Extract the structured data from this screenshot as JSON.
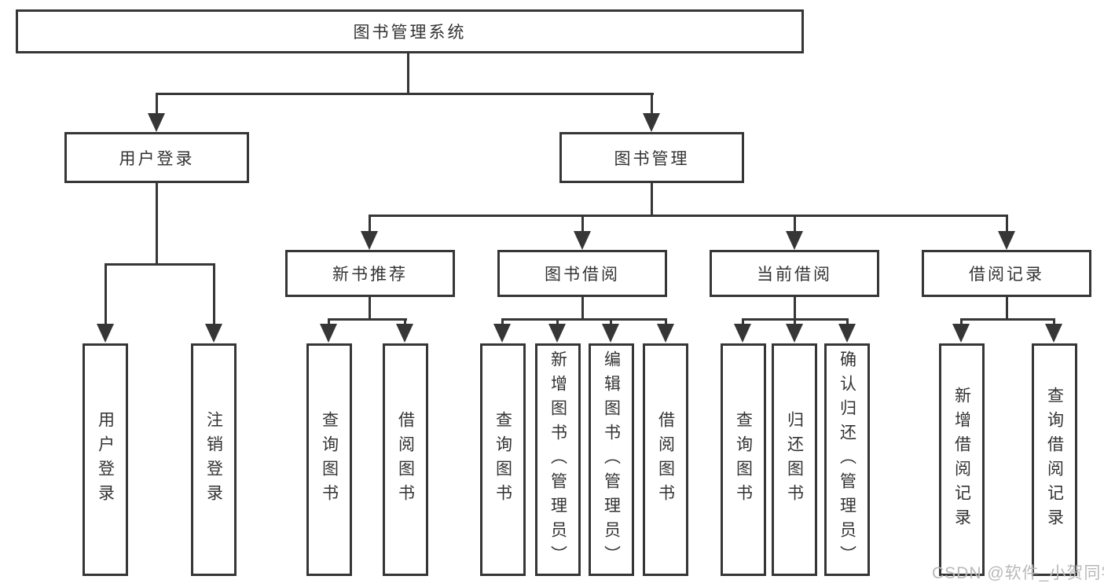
{
  "nodes": {
    "root": "图书管理系统",
    "user_login": "用户登录",
    "book_management": "图书管理",
    "new_book_recommendation": "新书推荐",
    "book_borrowing": "图书借阅",
    "current_borrowing": "当前借阅",
    "borrowing_records": "借阅记录"
  },
  "leaves": {
    "login": "用户登录",
    "logout": "注销登录",
    "recommend_query_books": "查询图书",
    "recommend_borrow_books": "借阅图书",
    "borrow_query_books": "查询图书",
    "borrow_add_books_admin": "新增图书（管理员）",
    "borrow_edit_books_admin": "编辑图书（管理员）",
    "borrow_borrow_books": "借阅图书",
    "current_query_books": "查询图书",
    "current_return_books": "归还图书",
    "current_confirm_return_admin": "确认归还（管理员）",
    "records_add_record": "新增借阅记录",
    "records_query_record": "查询借阅记录"
  },
  "hierarchy": {
    "图书管理系统": [
      "用户登录",
      "图书管理"
    ],
    "用户登录": [
      "用户登录",
      "注销登录"
    ],
    "图书管理": [
      "新书推荐",
      "图书借阅",
      "当前借阅",
      "借阅记录"
    ],
    "新书推荐": [
      "查询图书",
      "借阅图书"
    ],
    "图书借阅": [
      "查询图书",
      "新增图书（管理员）",
      "编辑图书（管理员）",
      "借阅图书"
    ],
    "当前借阅": [
      "查询图书",
      "归还图书",
      "确认归还（管理员）"
    ],
    "借阅记录": [
      "新增借阅记录",
      "查询借阅记录"
    ]
  },
  "watermark": {
    "text": "CSDN @软件_小贺同学"
  },
  "colors": {
    "line": "#363636",
    "text": "#333333",
    "watermark": "#b9b9b9",
    "background": "#ffffff"
  }
}
